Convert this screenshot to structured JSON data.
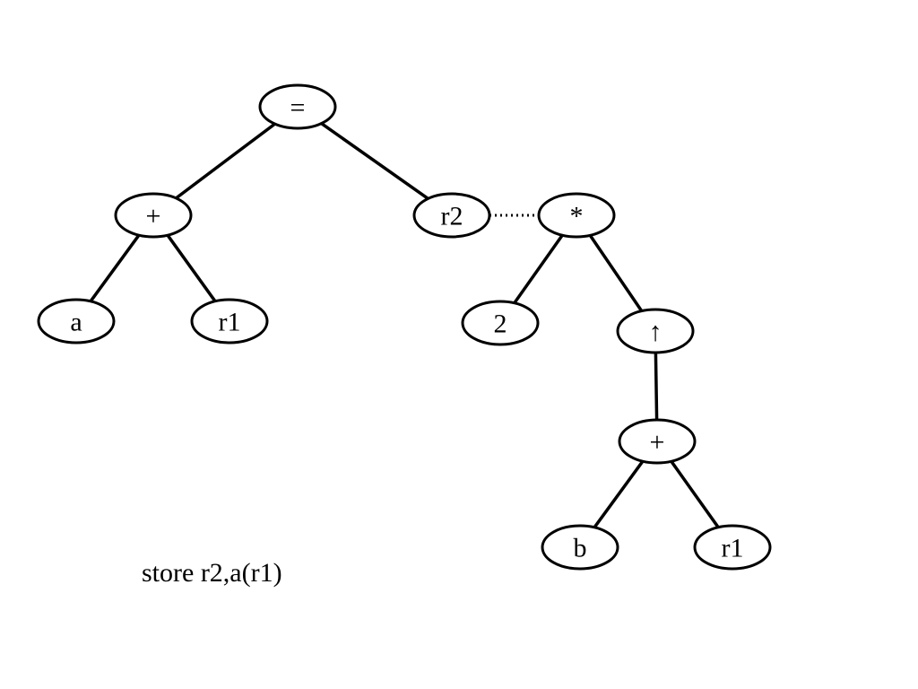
{
  "diagram": {
    "nodes": [
      {
        "id": "eq",
        "label": "="
      },
      {
        "id": "plus1",
        "label": "+"
      },
      {
        "id": "r2",
        "label": "r2"
      },
      {
        "id": "a",
        "label": "a"
      },
      {
        "id": "r1a",
        "label": "r1"
      },
      {
        "id": "mul",
        "label": "*"
      },
      {
        "id": "two",
        "label": "2"
      },
      {
        "id": "up",
        "label": "↑"
      },
      {
        "id": "plus2",
        "label": "+"
      },
      {
        "id": "b",
        "label": "b"
      },
      {
        "id": "r1b",
        "label": "r1"
      }
    ],
    "edges": [
      {
        "from": "eq",
        "to": "plus1",
        "style": "solid"
      },
      {
        "from": "eq",
        "to": "r2",
        "style": "solid"
      },
      {
        "from": "plus1",
        "to": "a",
        "style": "solid"
      },
      {
        "from": "plus1",
        "to": "r1a",
        "style": "solid"
      },
      {
        "from": "r2",
        "to": "mul",
        "style": "dotted"
      },
      {
        "from": "mul",
        "to": "two",
        "style": "solid"
      },
      {
        "from": "mul",
        "to": "up",
        "style": "solid"
      },
      {
        "from": "up",
        "to": "plus2",
        "style": "solid"
      },
      {
        "from": "plus2",
        "to": "b",
        "style": "solid"
      },
      {
        "from": "plus2",
        "to": "r1b",
        "style": "solid"
      }
    ],
    "caption": "store r2,a(r1)"
  }
}
